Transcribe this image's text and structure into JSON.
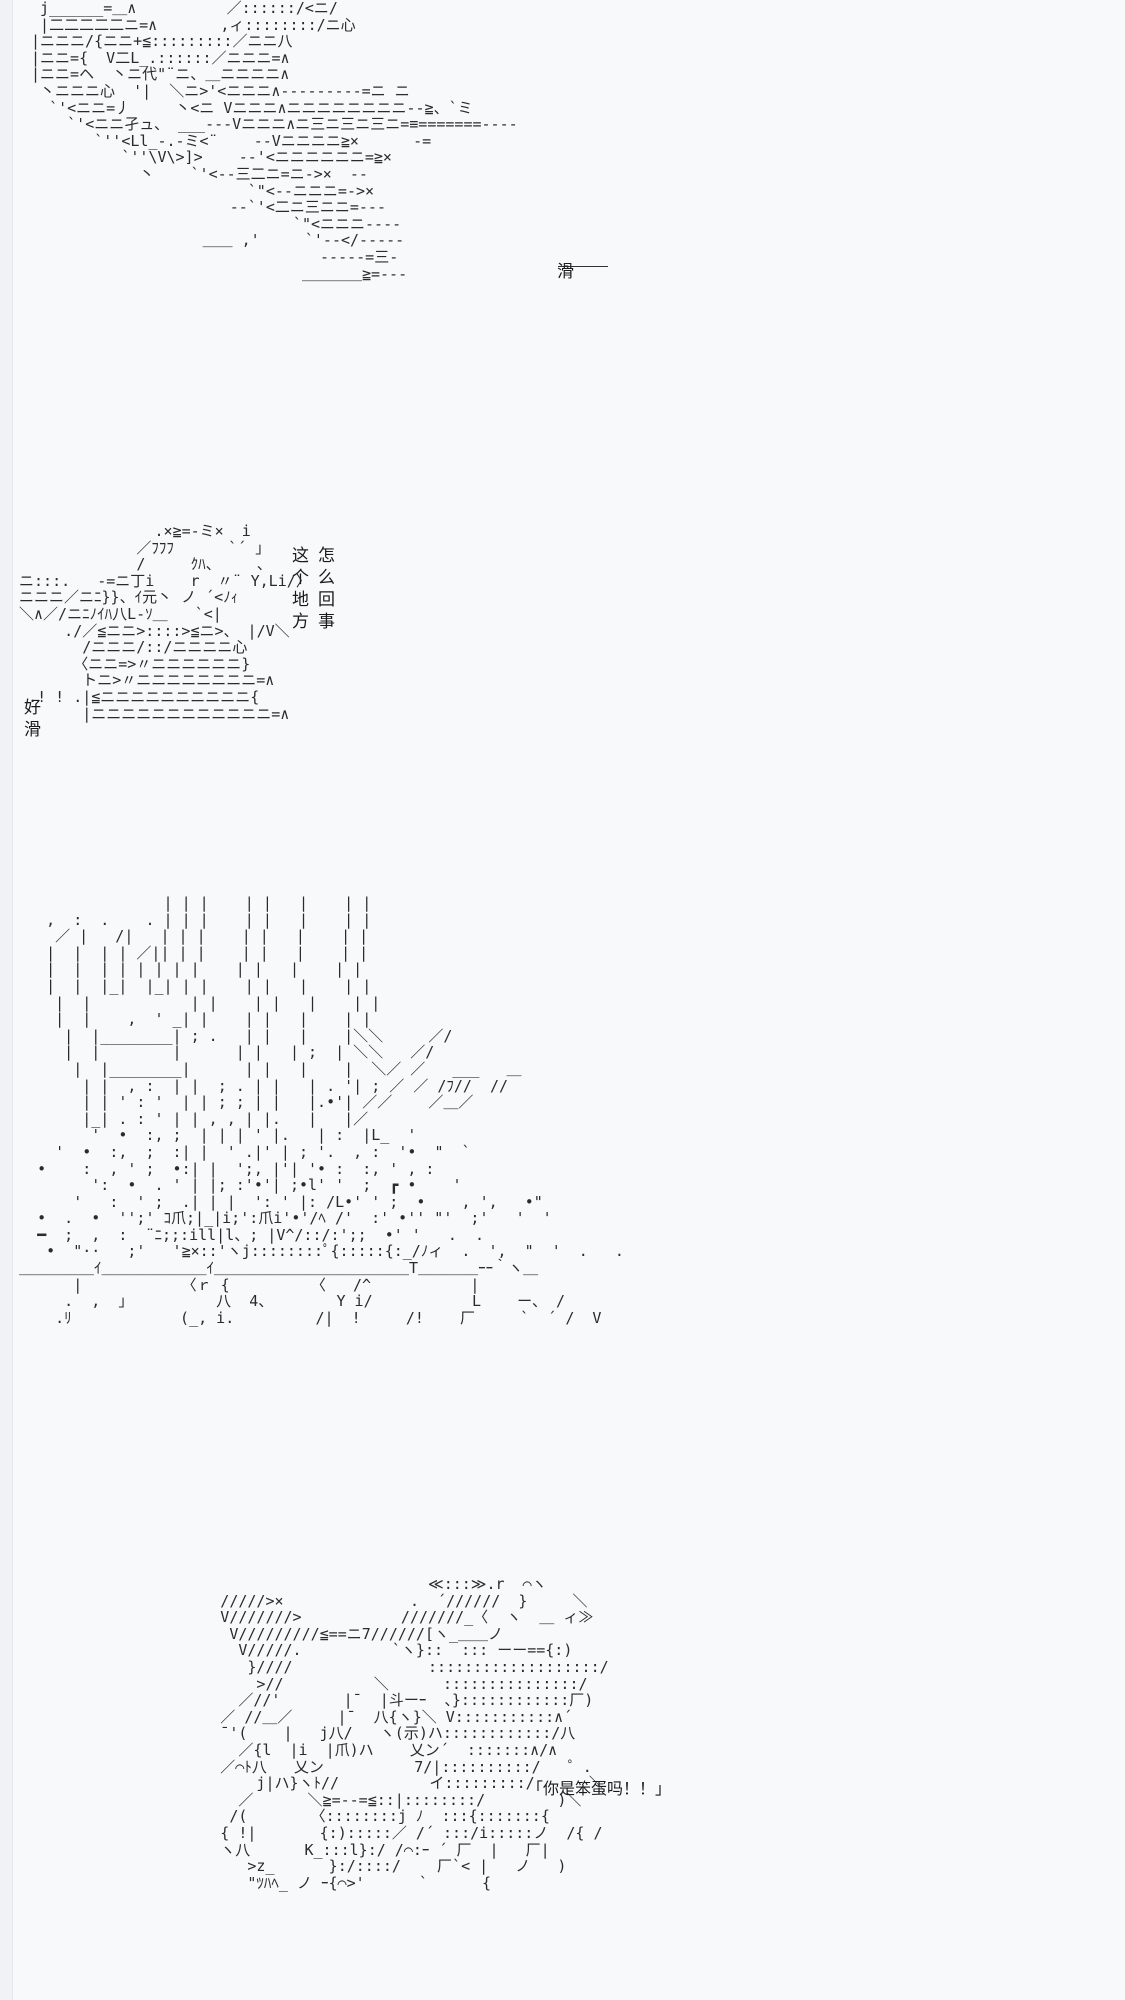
{
  "panels": {
    "p1": "  j______=＿∧          ／::::::/<ニ/\n  |二二二二二ニ=∧       ,ィ::::::::/ニ心\n |ニニニ/{ニニ+≦:::::::::／ニニ八\n |ニニ={  V二L_.::::::／ニニニ=∧\n |ニニ=ヘ  丶ニ代\"¨ニ、＿ニニニニ∧\n  丶ニニニ心  '|  ＼ニ>'<ニニニ∧---------=ニ ニ\n   `'<ニニ=丿     丶<ニ Vニニニ∧ニニニニニニニニ--≧、`ミ\n     `'<ニニ孑ュ、 ___---Vニニニ∧ニ三ニ三ニ三ニ=≡=======----\n        `''<Ll_-.-ミ<¨    --Vニニニニ≧×      -=\n           `''\\V\\>]>    --'<ニニニニニニ=≧×\n             丶    `'<--三二ニ=ニ->×  --\n                         `\"<--ニニニ=->×\n                       --`'<二ニ三ニニ=---\n                              `\"<ニニニ----\n                    ＿＿ ,'     `'--</-----\n                                 -----=三-\n                               ＿＿＿＿≧=---",
    "p2": "                .×≧=-ミ×  i\n              ／ﾌﾌﾌ      `´ ｣\n              /     ｸﾊ、    、\n ニ:::.   -=ニ丁i    r  〃¨ Y,Li/〉\n ニニニ／ニﾆ}}、ｲ元丶 ノ ´<ﾉｨ\n ＼∧／/ニﾆﾉｲﾊ八L-ｿ＿   `<|\n      ./／≦ニニ>::::>≦ニ>、 |/V＼\n        /ニニニ/::/ニニニニ心\n       〈ニニ=>〃ニニニニニニ}\n        トニ>〃ニニニニニニニニ=∧\n  .! ! .|≦ニニニニニニニニニニ{\n        |ニニニニニニニニニニニニ=∧",
    "p3": "                 | | |    | |   |    | |\n    ,  :  .    . | | |    | |   |    | |\n     ／ |   /|   | | |    | |   |    | |\n    |  |  | | ／|| | |    | |   |    | |\n    |  |  | | | | | |    | |   |    | |\n    |  |  |_|  |_| | |    | |   |    | |\n     |  |           | |    | |   |    | |\n     |  |    ,  ' _| |    | |   |    | |\n      |  |________| ; .   | |   |    |＼＼     ／/\n      |  |        |      | |   | ;  | ＼＼   ／/\n       |  |________|      | |   |    |  ＼／ ／   ___   ＿\n        | |  , :  | |  ; . | |   | . '| ; ／ ／ /ﾌ//  //\n        | | ' : '  | | ; ; | |   |.•'| ／／    ／＿／\n        |_| . : ' | | , , | |.   |   |／\n         '  •  :, ;  | | | ' |.   | :  |L_  '\n     '  •  :,  ;  :| |  ' .|' | ; '.  , :  '•  \"  `\n   •    :  , ' ;  •:| |  ';, |'| '• :  :, ' , :\n         ':  •  . ' | |; :'•'| ;•l' '  ;  ┏ •    '\n       '   :  ' ;  .| | |  ': ' |: /L•' ' ;  •    , ',   •\"\n   •  .  •  '';' ｺ爪;|_|i;':爪i'•'/ﾍ /'  :' •'' \"'  ;'   '  '  \n   ━  ;  ,  :  ¨ﾆ;;:ill|l、; |V^/::/:';;  •' '   .  .   \n    •  \"··   ;'   '≧×::'ヽj::::::::ﾟ{:::::{:_/ﾉィ  .  ',  \"  '  .   .\n ＿＿＿＿＿ｲ＿＿＿＿＿＿＿ｲ＿＿＿＿＿＿＿＿＿＿＿＿＿T＿＿＿＿ｰｰ｀ヽ＿\n       |           〈ｒ {         〈   /^           |\n      .  ,  ｣          八  4、       Y i/           L    ー、 /\n     .ﾘ            (_, i.         /|  !     /!    厂     `  ´ /  V",
    "p4": "                                 ≪:::≫.r  ⌒ヽ\n          /////>×              .  ´//////  }     ＼\n          V///////>           ///////_〈  ヽ  ＿ ィ≫\n           V/////////≦==ニ7//////[ヽ_＿＿ノ\n            V/////.          `ヽ}::  ::: ーー=={:)\n             }////               :::::::::::::::::::/\n              >//          ＼      :::::::::::::::/\n            ／//'       |¯  |斗ーｰ  、}::::::::::::厂)\n          ／ //＿／     |¯  八{ヽ}＼ V:::::::::::∧´\n          ¯'(    |   j八/   ヽ(示)ハ::::::::::::/八\n            ／{l  |i  |爪)ハ    乂ン´  :::::::∧/∧\n          ／⌒ﾄ八   乂ン          7/|::::::::::/   ゜.\n              j|ハ}ヽﾄ//          イ:::::::::/      ＼\n            ／      ＼≧=--=≦::|::::::::/        )＼\n           /(       〈::::::::j ﾉ  :::{:::::::{\n          { !|       {:):::::／ /´ :::/i:::::ノ  /{ /\n          ヽ八      K_:::l}:/ /⌒:ｰ ´ 厂  |   厂|\n             >z_      }:/::::/    厂`< |   ノ   )\n             \"ﾂﾊﾍ_ ノ ｰ{⌒>'      `      {"
  },
  "labels": {
    "slip": "滑",
    "vert_a": "这\n个\n地\n方",
    "vert_b": "怎\n么\n回\n事",
    "vert_c": "好\n滑",
    "speech": "「你是笨蛋吗！！」"
  }
}
